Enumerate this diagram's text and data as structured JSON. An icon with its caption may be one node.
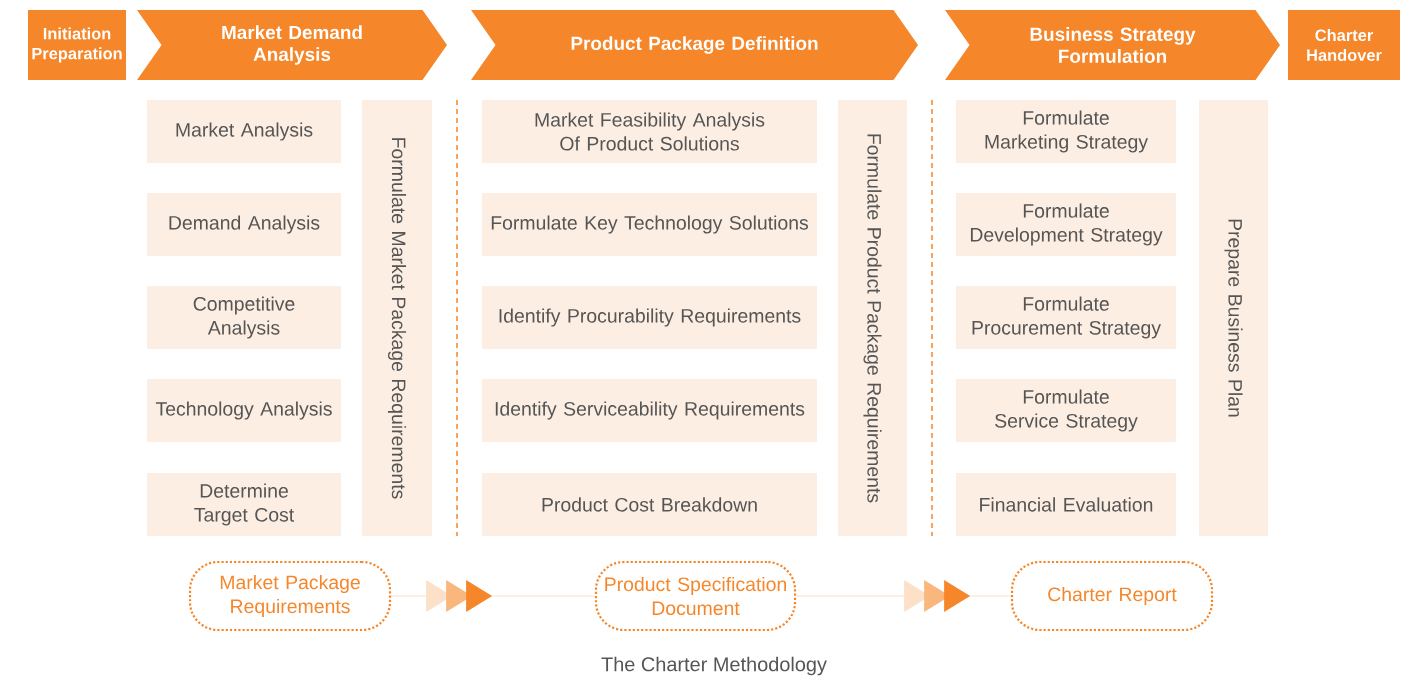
{
  "diagram": {
    "caption": "The Charter Methodology",
    "nodes": [
      {
        "text": [
          "Initiation Preparation"
        ]
      },
      {
        "text": [
          "Market Demand Analysis"
        ]
      },
      {
        "text": [
          "Product Package Definition"
        ]
      },
      {
        "text": [
          "Business Strategy Formulation"
        ]
      },
      {
        "text": [
          "Charter Handover"
        ]
      },
      {
        "text": [
          "Market Analysis"
        ]
      },
      {
        "text": [
          "Demand Analysis"
        ]
      },
      {
        "text": [
          "Competitive Analysis"
        ]
      },
      {
        "text": [
          "Technology Analysis"
        ]
      },
      {
        "text": [
          "Determine Target Cost"
        ]
      },
      {
        "text": [
          "Formulate Market Package Requirements"
        ]
      },
      {
        "text": [
          "Market Feasibility Analysis Of Product Solutions"
        ]
      },
      {
        "text": [
          "Formulate Key Technology Solutions"
        ]
      },
      {
        "text": [
          "Identify Procurability Requirements"
        ]
      },
      {
        "text": [
          "Identify Serviceability Requirements"
        ]
      },
      {
        "text": [
          "Product Cost Breakdown"
        ]
      },
      {
        "text": [
          "Formulate Product Package Requirements"
        ]
      },
      {
        "text": [
          "Formulate Marketing Strategy"
        ]
      },
      {
        "text": [
          "Formulate Development Strategy"
        ]
      },
      {
        "text": [
          "Formulate Procurement Strategy"
        ]
      },
      {
        "text": [
          "Formulate Service Strategy"
        ]
      },
      {
        "text": [
          "Financial Evaluation"
        ]
      },
      {
        "text": [
          "Prepare Business Plan"
        ]
      },
      {
        "text": [
          "Market Package Requirements"
        ]
      },
      {
        "text": [
          "Product Specification Document"
        ]
      },
      {
        "text": [
          "Charter Report"
        ]
      }
    ],
    "edges": [
      {
        "from": 23,
        "to": 24,
        "arrow": "to"
      },
      {
        "from": 24,
        "to": 25,
        "arrow": "to"
      }
    ]
  }
}
